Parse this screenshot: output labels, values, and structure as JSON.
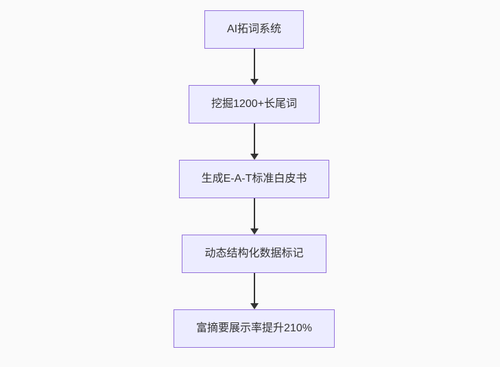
{
  "diagram": {
    "type": "flowchart-top-down",
    "background_color": "#fafafa",
    "node_fill_color": "#ECECFF",
    "node_border_color": "#9370DB",
    "text_color": "#333333",
    "arrow_color": "#333333",
    "nodes": [
      {
        "label": "AI拓词系统"
      },
      {
        "label": "挖掘1200+长尾词"
      },
      {
        "label": "生成E-A-T标准白皮书"
      },
      {
        "label": "动态结构化数据标记"
      },
      {
        "label": "富摘要展示率提升210%"
      }
    ]
  }
}
